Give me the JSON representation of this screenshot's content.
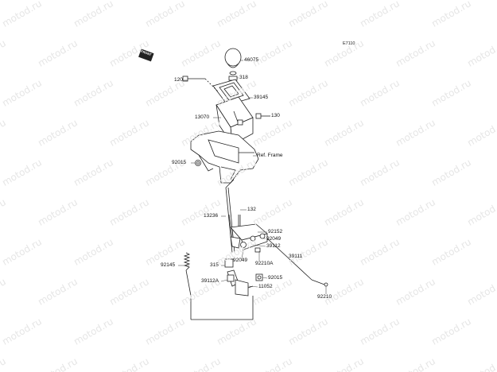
{
  "watermark_text": "motod.ru",
  "diagram_code": "E7110",
  "front_badge": "FRONT",
  "parts": {
    "p46075": "46075",
    "p318": "318",
    "p120": "120",
    "p39145": "39145",
    "p13070": "13070",
    "p130": "130",
    "p92015a": "92015",
    "ref_frame": "Ref. Frame",
    "p132": "132",
    "p13236": "13236",
    "p92152": "92152",
    "p92049a": "92049",
    "p39112": "39112",
    "p92049b": "92049",
    "p92210a": "92210A",
    "p39111": "39111",
    "p92145": "92145",
    "p315": "315",
    "p39112a": "39112A",
    "p92015b": "92015",
    "p11052": "11052",
    "p92210": "92210"
  }
}
